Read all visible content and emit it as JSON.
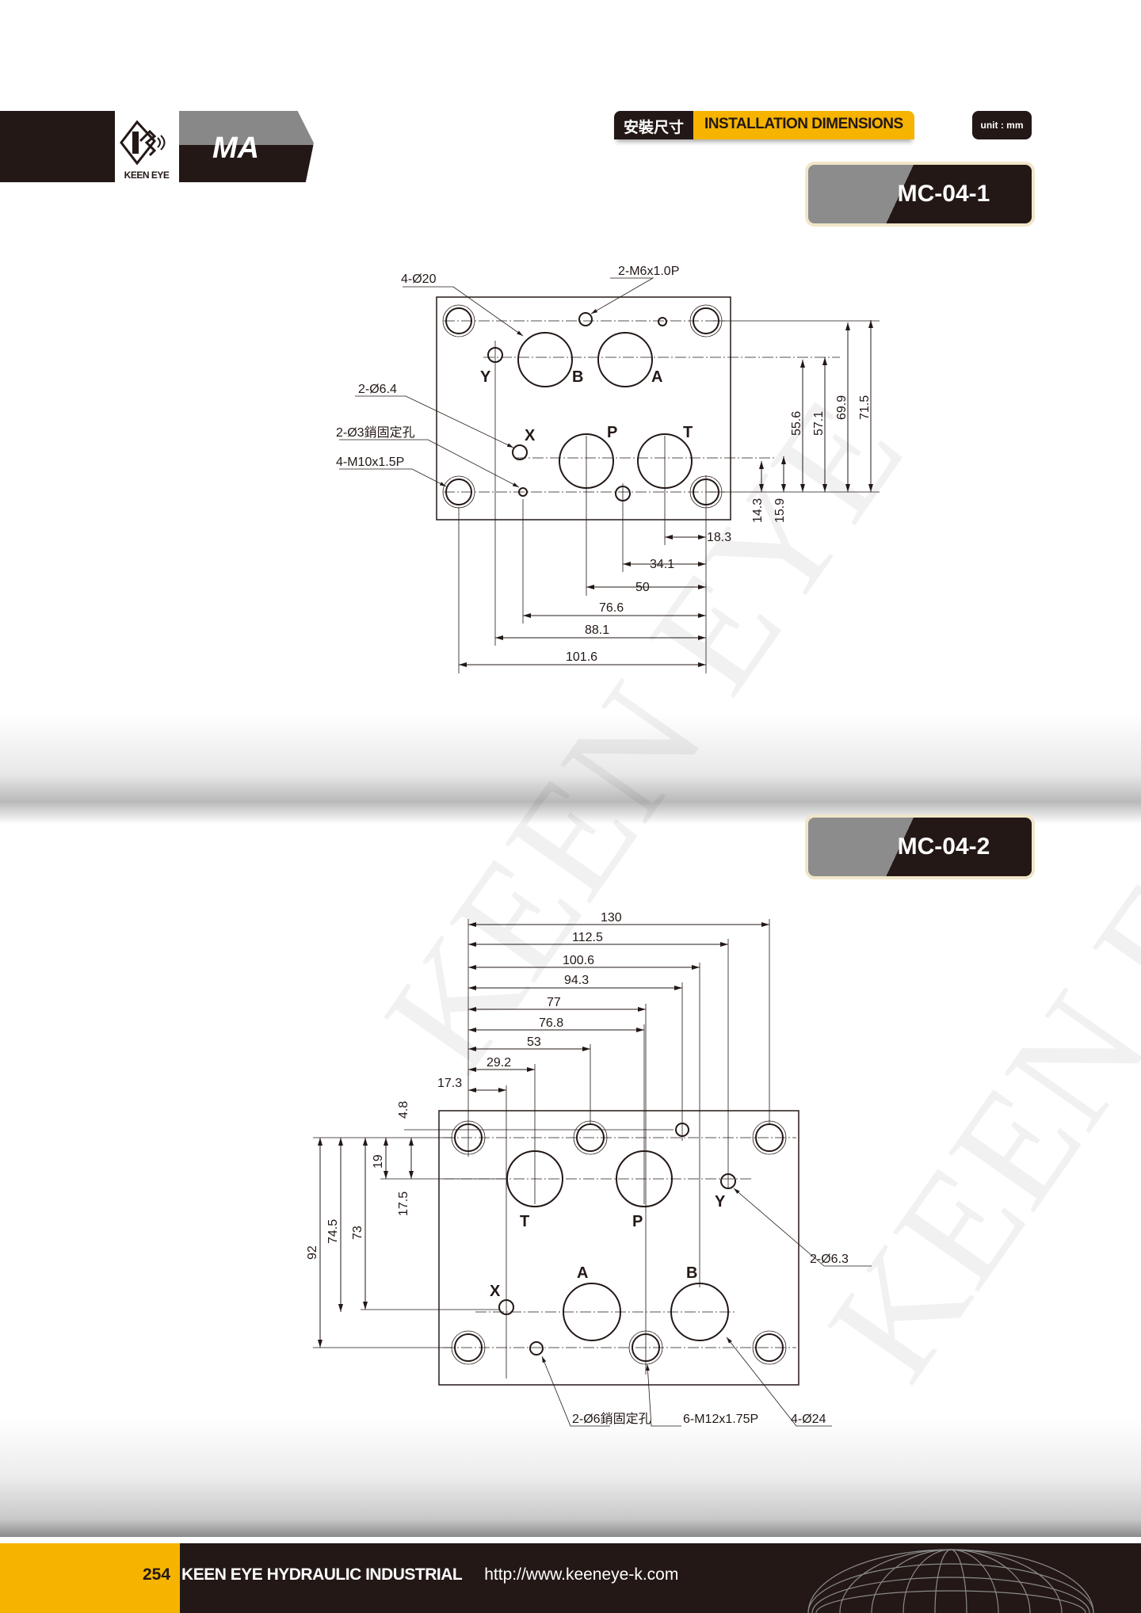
{
  "header": {
    "brand": "KEEN EYE",
    "series": "MA",
    "section_cn": "安裝尺寸",
    "section_en": "INSTALLATION DIMENSIONS",
    "unit": "unit : mm"
  },
  "watermark": "KEEN EYE",
  "drawing1": {
    "title": "MC-04-1",
    "callouts": {
      "ports": "4-Ø20",
      "m6": "2-M6x1.0P",
      "xy": "2-Ø6.4",
      "pin": "2-Ø3銷固定孔",
      "bolt": "4-M10x1.5P"
    },
    "ports": {
      "a": "A",
      "b": "B",
      "p": "P",
      "t": "T",
      "x": "X",
      "y": "Y"
    },
    "horizontal_dims": [
      "18.3",
      "34.1",
      "50",
      "76.6",
      "88.1",
      "101.6"
    ],
    "vertical_dims": [
      "14.3",
      "15.9",
      "55.6",
      "57.1",
      "69.9",
      "71.5"
    ]
  },
  "drawing2": {
    "title": "MC-04-2",
    "callouts": {
      "xy": "2-Ø6.3",
      "pin": "2-Ø6銷固定孔",
      "bolt": "6-M12x1.75P",
      "ports": "4-Ø24"
    },
    "ports": {
      "a": "A",
      "b": "B",
      "p": "P",
      "t": "T",
      "x": "X",
      "y": "Y"
    },
    "horizontal_dims": [
      "130",
      "112.5",
      "100.6",
      "94.3",
      "77",
      "76.8",
      "53",
      "29.2",
      "17.3"
    ],
    "vertical_dims": [
      "92",
      "74.5",
      "73",
      "19",
      "17.5",
      "4.8"
    ]
  },
  "footer": {
    "page": "254",
    "company": "KEEN EYE HYDRAULIC INDUSTRIAL",
    "url": "http://www.keeneye-k.com"
  }
}
